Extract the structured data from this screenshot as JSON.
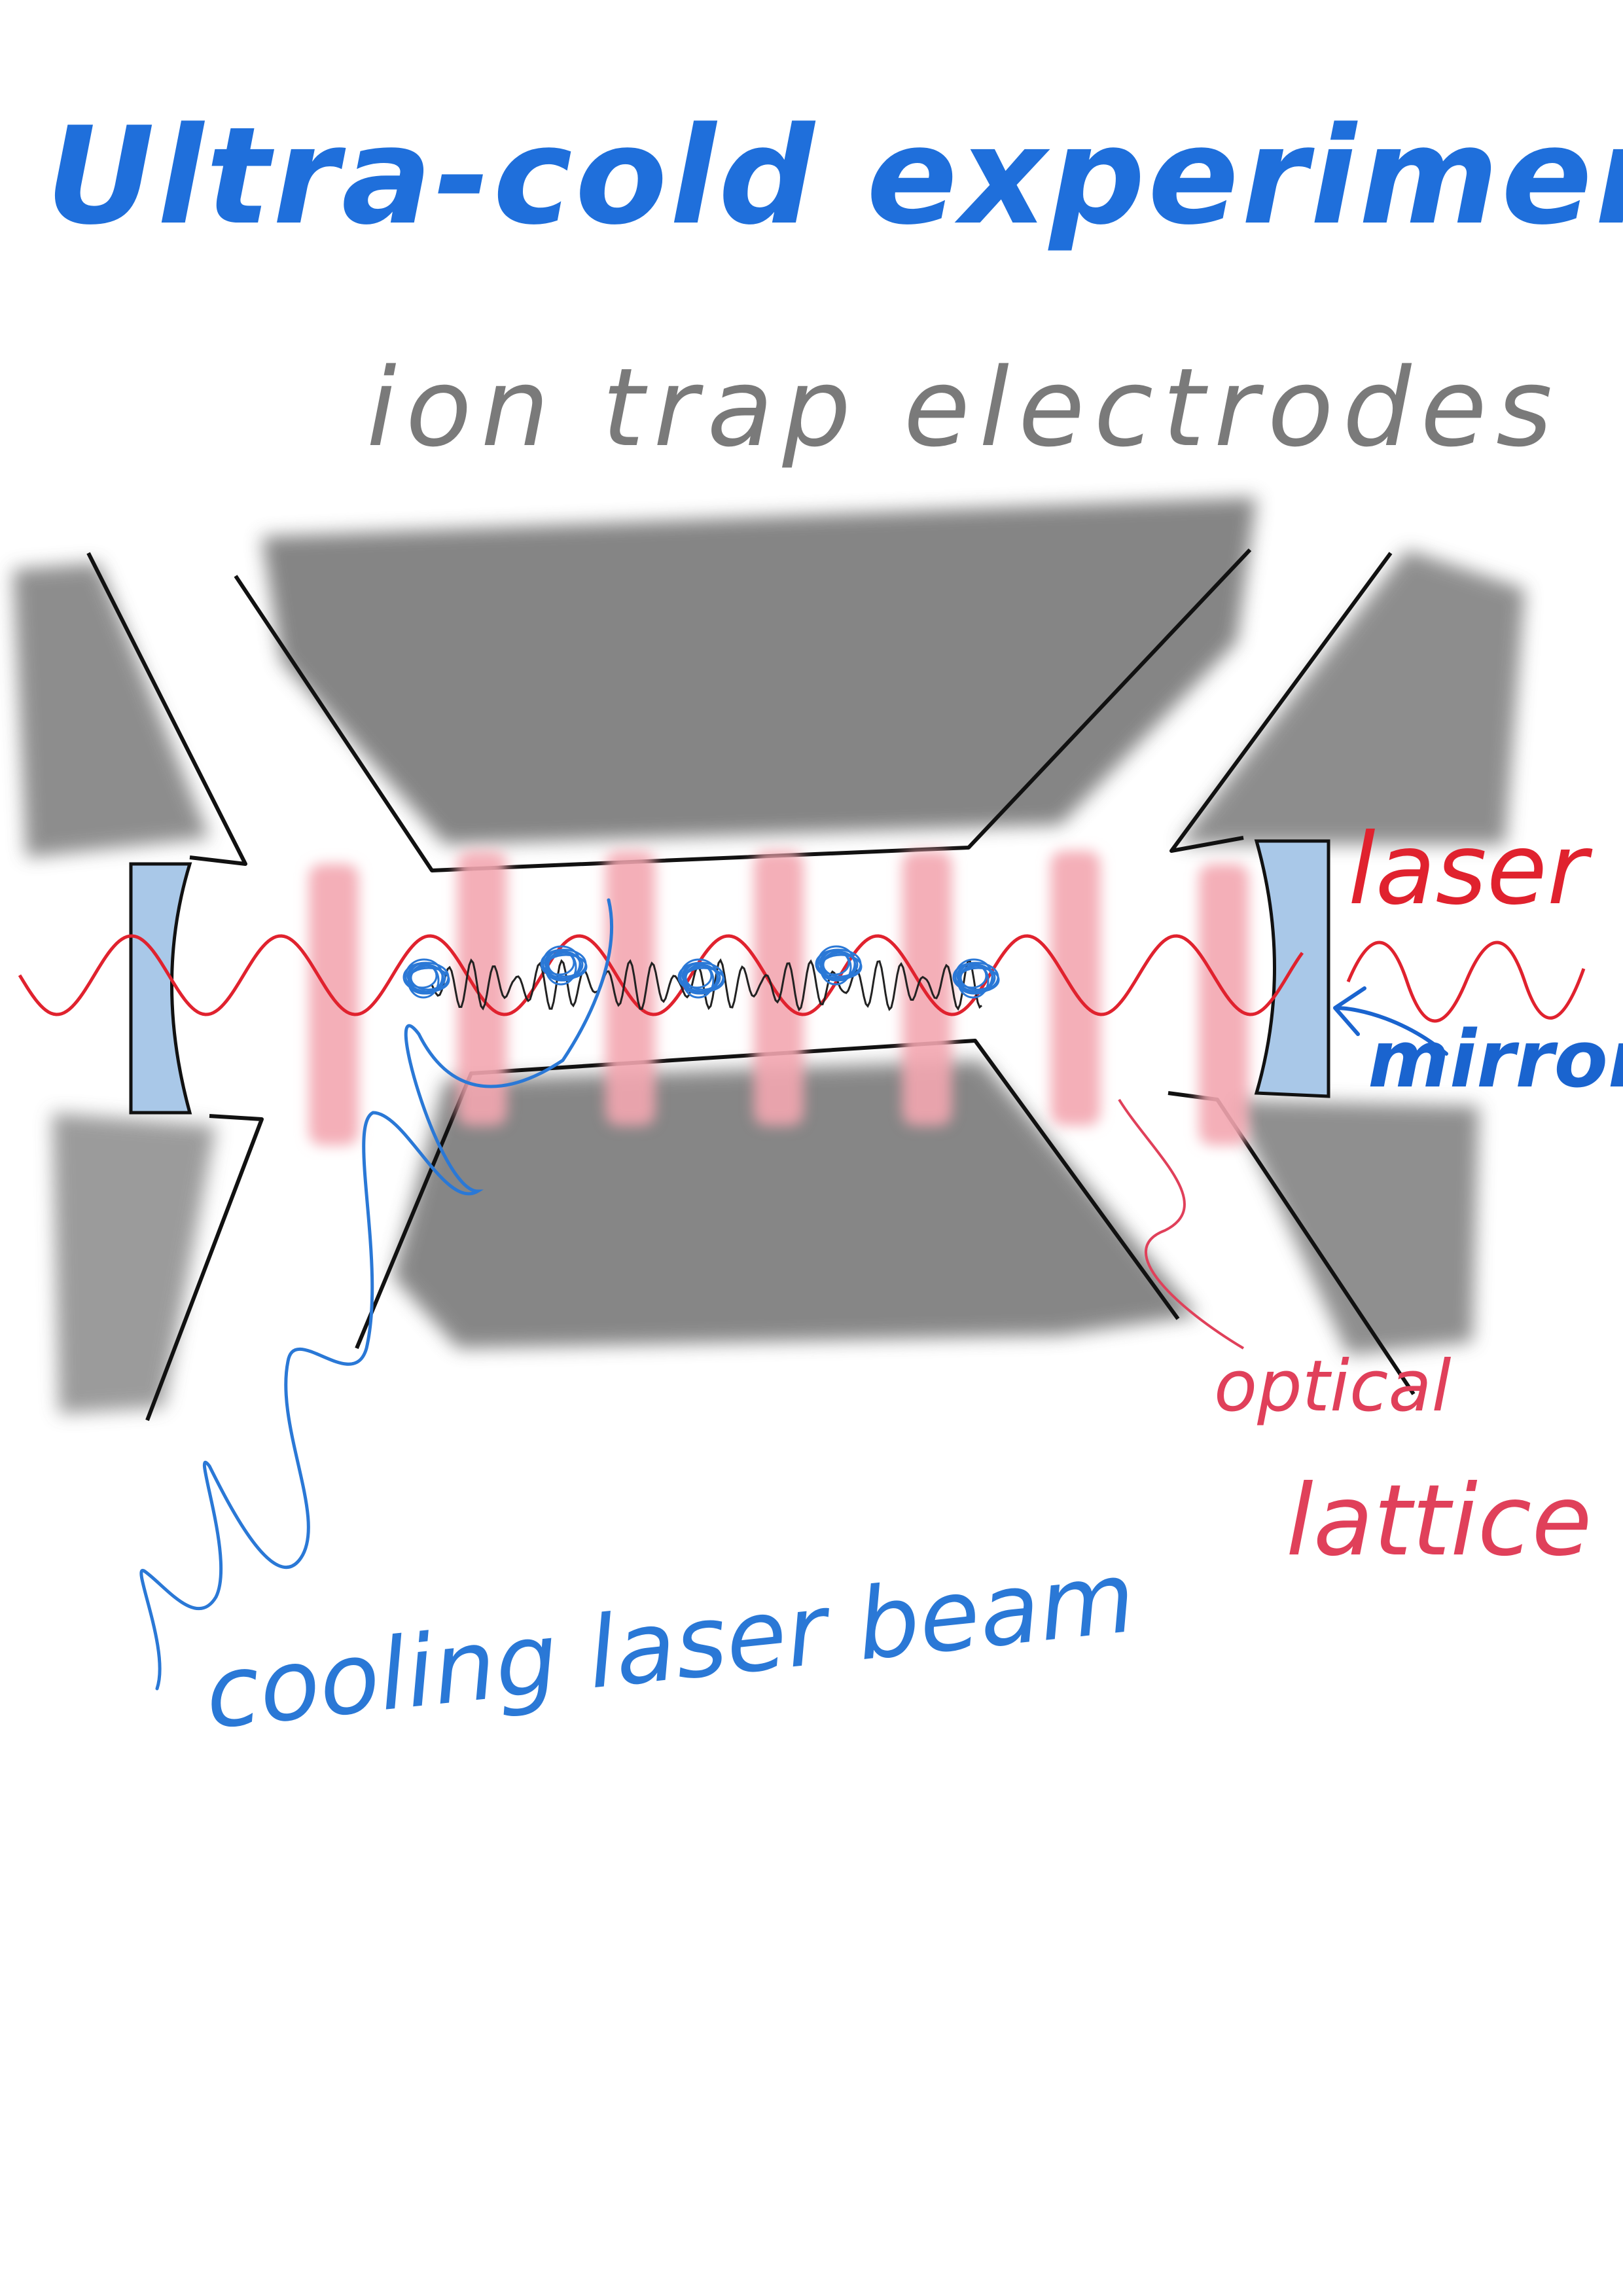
{
  "title": "Ultra-cold experiments",
  "subtitle": "ion trap electrodes",
  "labels": {
    "laser": "laser",
    "mirror": "mirror",
    "optical_lattice_line1": "optical",
    "optical_lattice_line2": "lattice",
    "cooling_laser_beam": "cooling laser beam"
  },
  "colors": {
    "title": "#1f6fdb",
    "subtitle": "#7a7a7a",
    "laser": "#e0222e",
    "mirror_label": "#1a64cf",
    "mirror_fill": "#a9c8e8",
    "lattice_label": "#e0405a",
    "lattice_band": "#f3a6b0",
    "cooling_beam": "#2a78d6",
    "ion": "#2a78d6",
    "electrode_shade": "#6f6f6f",
    "outline": "#111111"
  },
  "ions": {
    "count": 5
  },
  "lattice_bands": {
    "count": 7
  }
}
